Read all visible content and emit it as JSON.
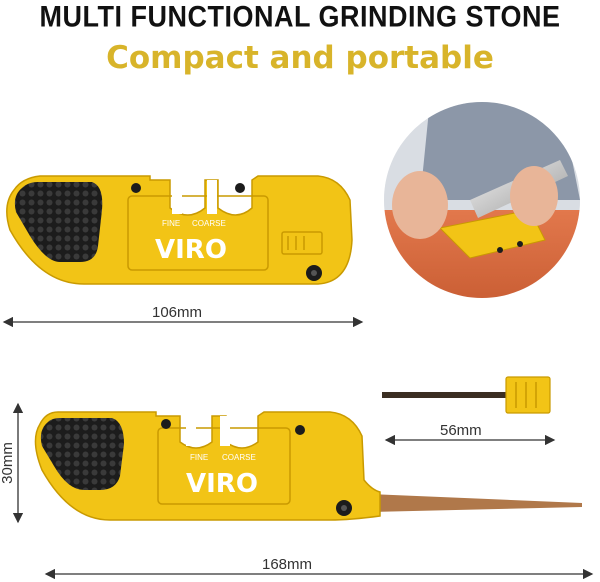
{
  "header": {
    "title": "MULTI FUNCTIONAL GRINDING STONE",
    "subtitle": "Compact and portable"
  },
  "product": {
    "brand": "VIRO",
    "slot_labels": [
      "FINE",
      "COARSE"
    ]
  },
  "dimensions": {
    "closed_length": "106mm",
    "rod_length": "56mm",
    "height": "30mm",
    "open_length": "168mm"
  },
  "colors": {
    "body": "#f2c416",
    "body_dark": "#c99a00",
    "grip": "#1c1c1c",
    "subtitle": "#d8b42a"
  }
}
